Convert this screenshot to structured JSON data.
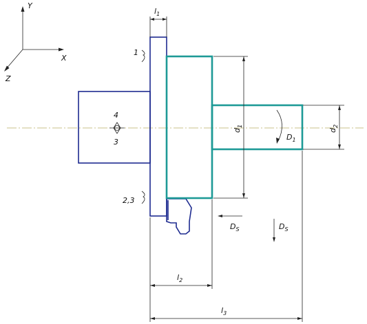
{
  "coordinate_system": {
    "y_label": "Y",
    "x_label": "X",
    "z_label": "Z"
  },
  "surfaces": {
    "s1": "1",
    "s23": "2,3",
    "s4": "4",
    "s3": "3"
  },
  "dimensions": {
    "l1": {
      "base": "l",
      "sub": "1"
    },
    "l2": {
      "base": "l",
      "sub": "2"
    },
    "l3": {
      "base": "l",
      "sub": "3"
    },
    "d1": {
      "base": "d",
      "sub": "1"
    },
    "d2": {
      "base": "d",
      "sub": "2"
    }
  },
  "motions": {
    "D1": {
      "base": "D",
      "sub": "1"
    },
    "Ds_left": {
      "base": "D",
      "sub": "S"
    },
    "Ds_down": {
      "base": "D",
      "sub": "S"
    }
  },
  "colors": {
    "tool": "#1d2a8f",
    "workpiece": "#1d9a96",
    "centerline": "#c8c08a",
    "lines": "#222222"
  }
}
